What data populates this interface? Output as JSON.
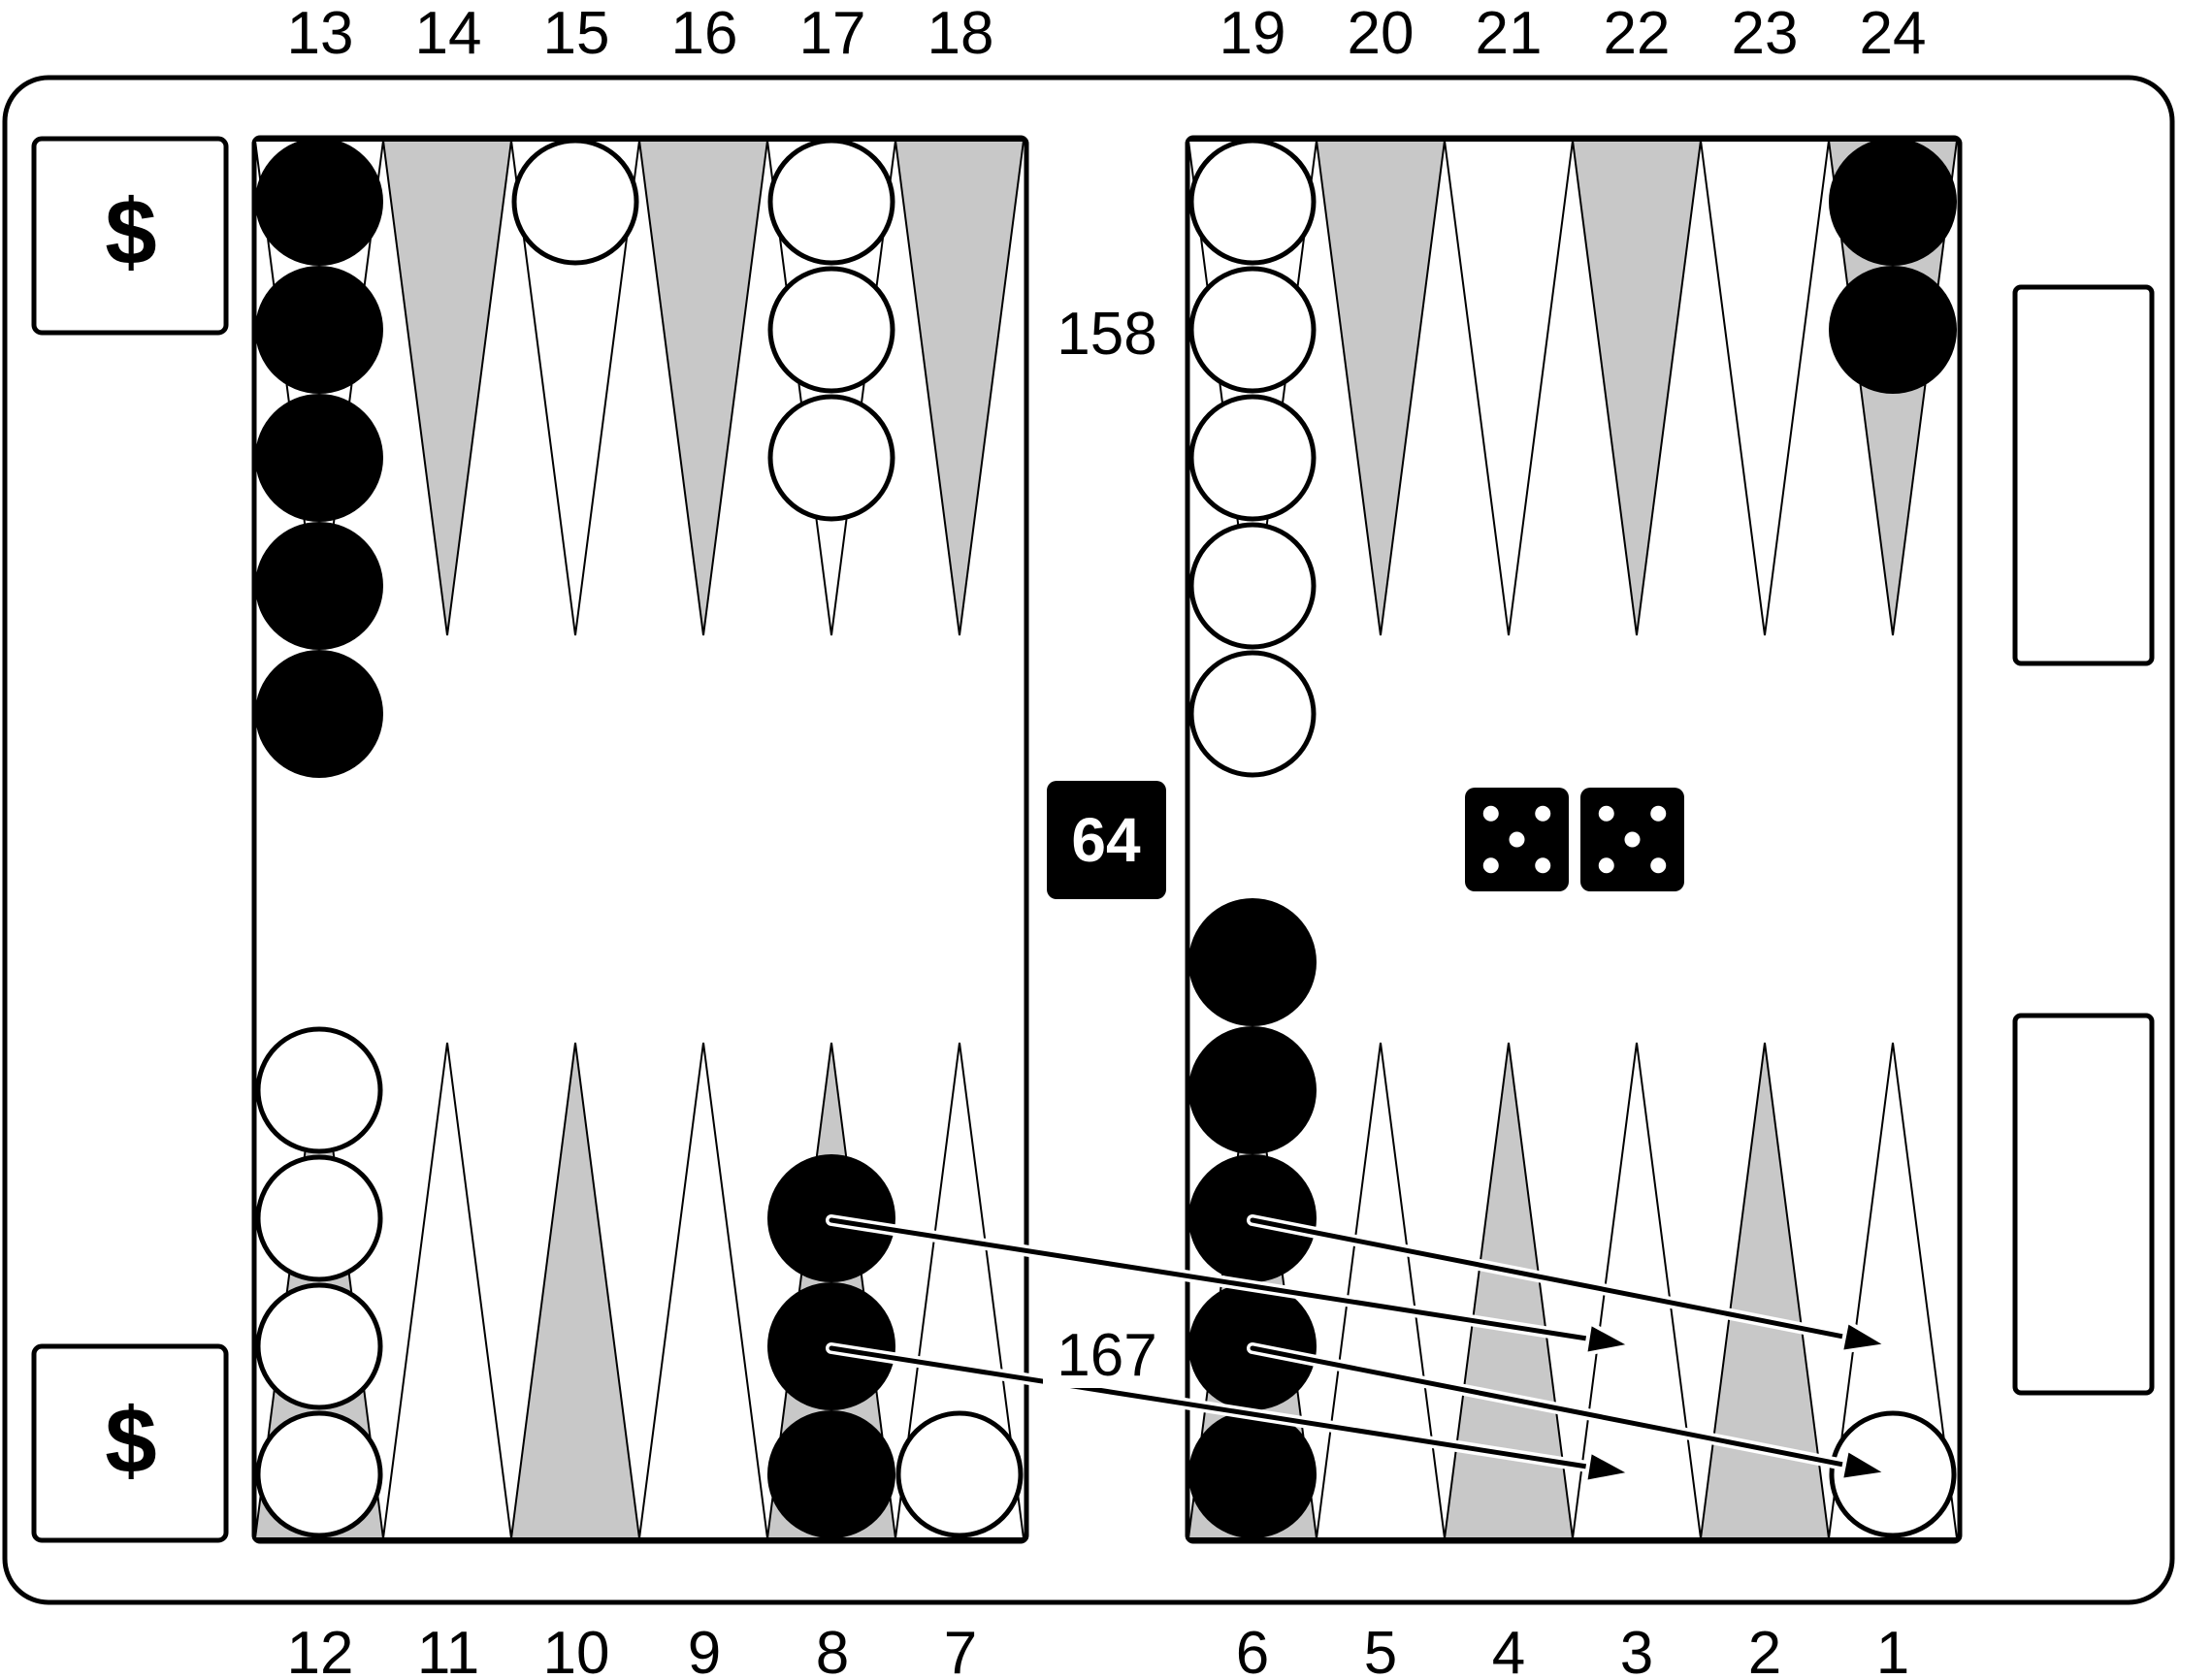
{
  "board": {
    "point_labels_top": [
      "13",
      "14",
      "15",
      "16",
      "17",
      "18",
      "19",
      "20",
      "21",
      "22",
      "23",
      "24"
    ],
    "point_labels_bottom": [
      "12",
      "11",
      "10",
      "9",
      "8",
      "7",
      "6",
      "5",
      "4",
      "3",
      "2",
      "1"
    ],
    "pip_count_top": "158",
    "pip_count_bottom": "167",
    "cube": {
      "value": "64"
    },
    "price_boxes": [
      "$",
      "$"
    ],
    "dice": [
      5,
      5
    ],
    "colors": {
      "board": "#ffffff",
      "dark_point": "#c8c8c8",
      "black_checker": "#000000",
      "white_checker": "#ffffff",
      "outline": "#000000"
    },
    "checkers": {
      "white": [
        {
          "point": 12,
          "count": 4
        },
        {
          "point": 15,
          "count": 1
        },
        {
          "point": 17,
          "count": 3
        },
        {
          "point": 7,
          "count": 1
        },
        {
          "point": 19,
          "count": 5
        },
        {
          "point": 1,
          "count": 1
        }
      ],
      "black": [
        {
          "point": 13,
          "count": 5
        },
        {
          "point": 8,
          "count": 3
        },
        {
          "point": 6,
          "count": 5
        },
        {
          "point": 24,
          "count": 2
        }
      ]
    },
    "moves": [
      {
        "from": 8,
        "to": 3
      },
      {
        "from": 8,
        "to": 3
      },
      {
        "from": 6,
        "to": 1
      },
      {
        "from": 6,
        "to": 1
      }
    ]
  }
}
